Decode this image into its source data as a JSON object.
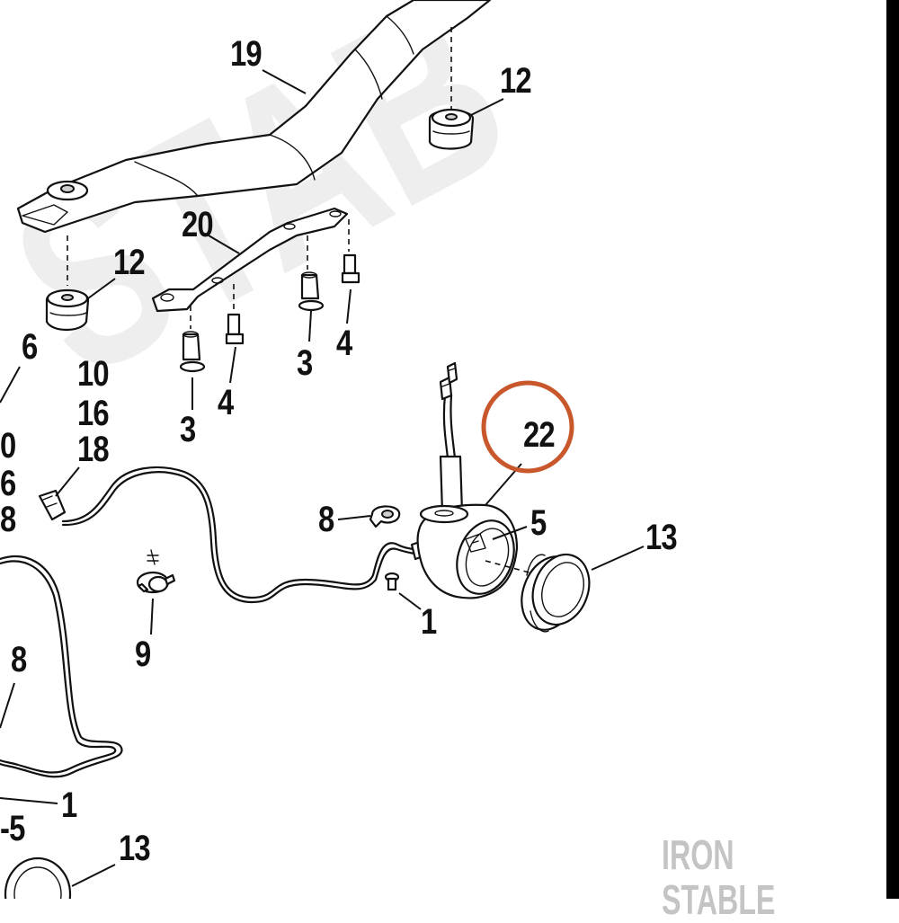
{
  "diagram": {
    "callouts": [
      {
        "id": "c19",
        "text": "19"
      },
      {
        "id": "c12a",
        "text": "12"
      },
      {
        "id": "c20",
        "text": "20"
      },
      {
        "id": "c12b",
        "text": "12"
      },
      {
        "id": "c6",
        "text": "6"
      },
      {
        "id": "c3a",
        "text": "3"
      },
      {
        "id": "c4a",
        "text": "4"
      },
      {
        "id": "c3b",
        "text": "3"
      },
      {
        "id": "c4b",
        "text": "4"
      },
      {
        "id": "c10",
        "text": "10"
      },
      {
        "id": "c16",
        "text": "16"
      },
      {
        "id": "c18",
        "text": "18"
      },
      {
        "id": "c0cut",
        "text": "0"
      },
      {
        "id": "c6cut",
        "text": "6"
      },
      {
        "id": "c8cut",
        "text": "8"
      },
      {
        "id": "c22",
        "text": "22"
      },
      {
        "id": "c8",
        "text": "8"
      },
      {
        "id": "c5a",
        "text": "5"
      },
      {
        "id": "c13a",
        "text": "13"
      },
      {
        "id": "c1a",
        "text": "1"
      },
      {
        "id": "c9",
        "text": "9"
      },
      {
        "id": "c8b",
        "text": "8"
      },
      {
        "id": "c1b",
        "text": "1"
      },
      {
        "id": "c5b",
        "text": "-5"
      },
      {
        "id": "c13b",
        "text": "13"
      }
    ],
    "highlight": {
      "target": "22",
      "color": "#c8582c"
    },
    "watermark_brand": "IRON STABLE",
    "colors": {
      "ink": "#111111",
      "highlight": "#c8582c",
      "watermark": "#c4c4c4",
      "background_watermark": "#eeeeee"
    }
  }
}
